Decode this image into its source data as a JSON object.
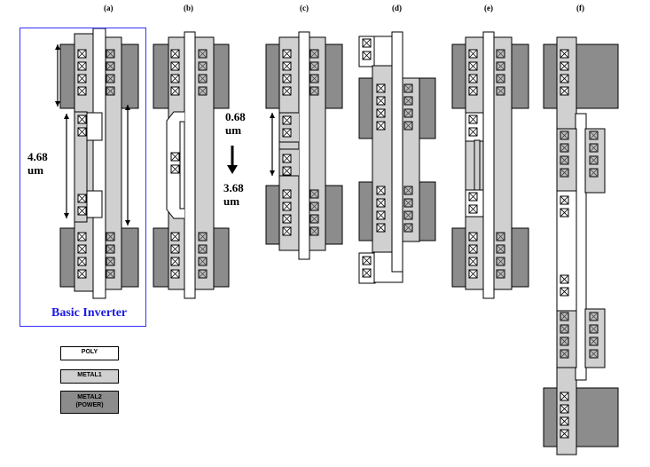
{
  "panels": [
    {
      "id": "a",
      "label": "(a)"
    },
    {
      "id": "b",
      "label": "(b)"
    },
    {
      "id": "c",
      "label": "(c)"
    },
    {
      "id": "d",
      "label": "(d)"
    },
    {
      "id": "e",
      "label": "(e)"
    },
    {
      "id": "f",
      "label": "(f)"
    }
  ],
  "dimensions": {
    "height_a_value": "4.68",
    "height_a_unit": "um",
    "change_from_value": "0.68",
    "change_from_unit": "um",
    "change_to_value": "3.68",
    "change_to_unit": "um"
  },
  "caption": "Basic Inverter",
  "legend": {
    "poly": "POLY",
    "metal1": "METAL1",
    "metal2_line1": "METAL2",
    "metal2_line2": "(POWER)"
  },
  "colors": {
    "poly": "#ffffff",
    "metal1": "#d0d0d0",
    "metal2": "#8c8c8c",
    "contact": "#ffffff",
    "frame": "#3333ff",
    "caption": "#1a1ae6"
  }
}
